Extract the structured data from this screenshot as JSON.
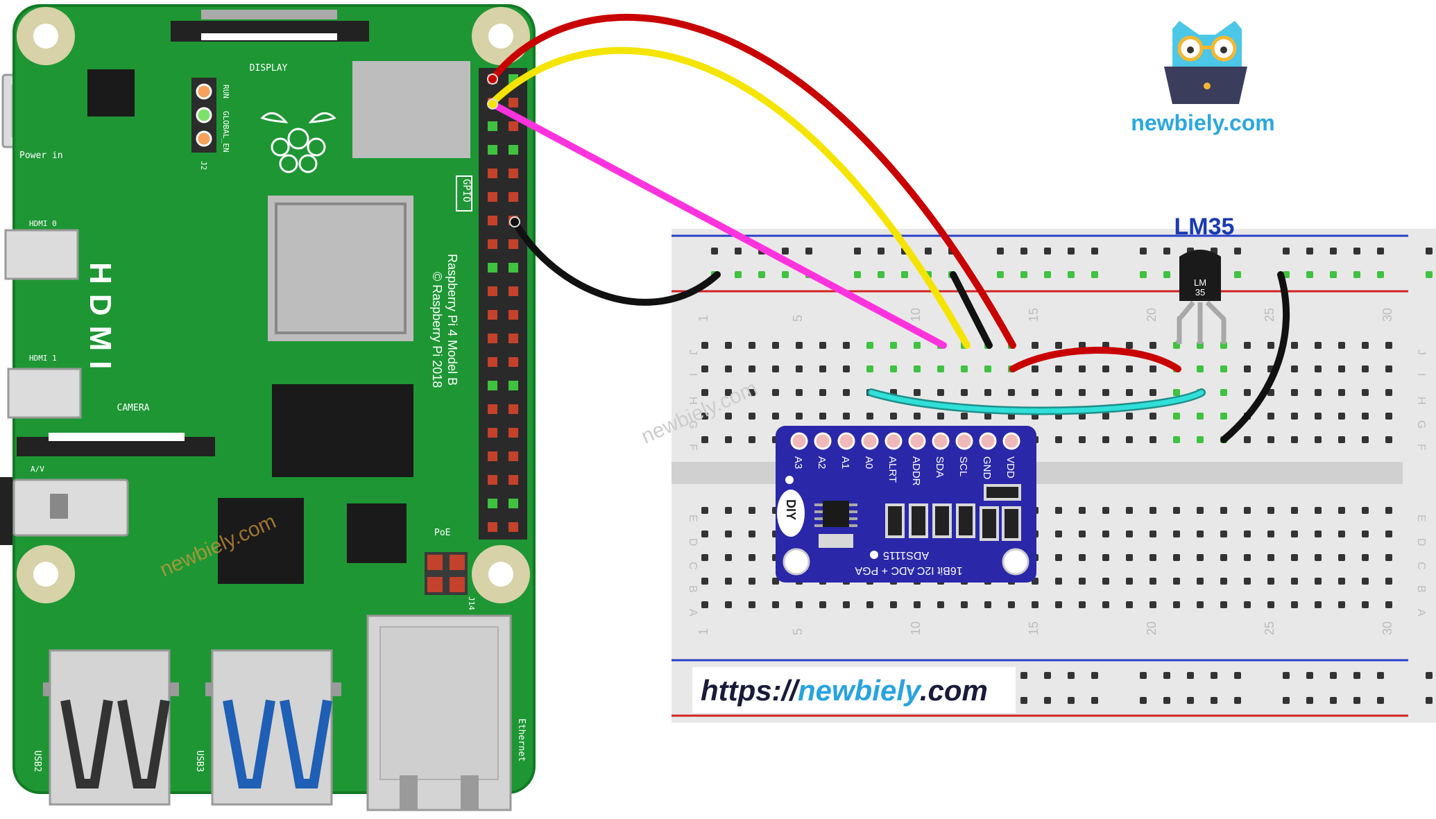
{
  "pi": {
    "display_label": "DISPLAY",
    "power_label": "Power in",
    "hdmi0_label": "HDMI 0",
    "hdmi1_label": "HDMI 1",
    "hdmi_big_label": "HDMI",
    "camera_label": "CAMERA",
    "av_label": "A/V",
    "run_label": "RUN",
    "global_en_label": "GLOBAL_EN",
    "j2_label": "J2",
    "gpio_label": "GPIO",
    "model_line1": "Raspberry Pi 4 Model B",
    "model_line2": "© Raspberry Pi 2018",
    "poe_label": "PoE",
    "j14_label": "J14",
    "usb2_label": "USB2",
    "usb3_label": "USB3",
    "ethernet_label": "Ethernet",
    "watermark": "newbiely.com",
    "colors": {
      "board": "#1e9634",
      "hole_ring": "#d8d2a8",
      "usb3": "#1f5fb5"
    }
  },
  "breadboard": {
    "row_letters_top": [
      "J",
      "I",
      "H",
      "G",
      "F"
    ],
    "row_letters_bottom": [
      "E",
      "D",
      "C",
      "B",
      "A"
    ],
    "column_numbers": [
      "1",
      "5",
      "10",
      "15",
      "20",
      "25",
      "30"
    ],
    "watermark": "newbiely.com",
    "colors": {
      "body": "#e8e8e8",
      "rail_blue": "#2b3fc8",
      "rail_red": "#d22222",
      "hole_green": "#3fc23f"
    }
  },
  "sensor": {
    "title": "LM35",
    "body_text_1": "LM",
    "body_text_2": "35",
    "title_color": "#1a3bb0"
  },
  "adc": {
    "pins": [
      "A3",
      "A2",
      "A1",
      "A0",
      "ALRT",
      "ADDR",
      "SDA",
      "SCL",
      "GND",
      "VDD"
    ],
    "chip_name": "ADS1115",
    "description": "16Bit I2C ADC + PGA",
    "brand": "DIY",
    "color": "#2a28a8"
  },
  "wires": [
    {
      "name": "vcc-wire",
      "color": "#c80000"
    },
    {
      "name": "sda-wire",
      "color": "#f5e400"
    },
    {
      "name": "scl-wire",
      "color": "#ff33dd"
    },
    {
      "name": "gnd-wire",
      "color": "#111111"
    },
    {
      "name": "sensor-vcc-wire",
      "color": "#c80000"
    },
    {
      "name": "signal-wire",
      "color": "#30e0d8"
    },
    {
      "name": "sensor-gnd-wire",
      "color": "#111111"
    }
  ],
  "logo": {
    "text": "newbiely.com",
    "color": "#2aa8e0"
  },
  "url": {
    "prefix": "https://",
    "domain": "newbiely",
    "suffix": ".com",
    "domain_color": "#29a3de"
  }
}
